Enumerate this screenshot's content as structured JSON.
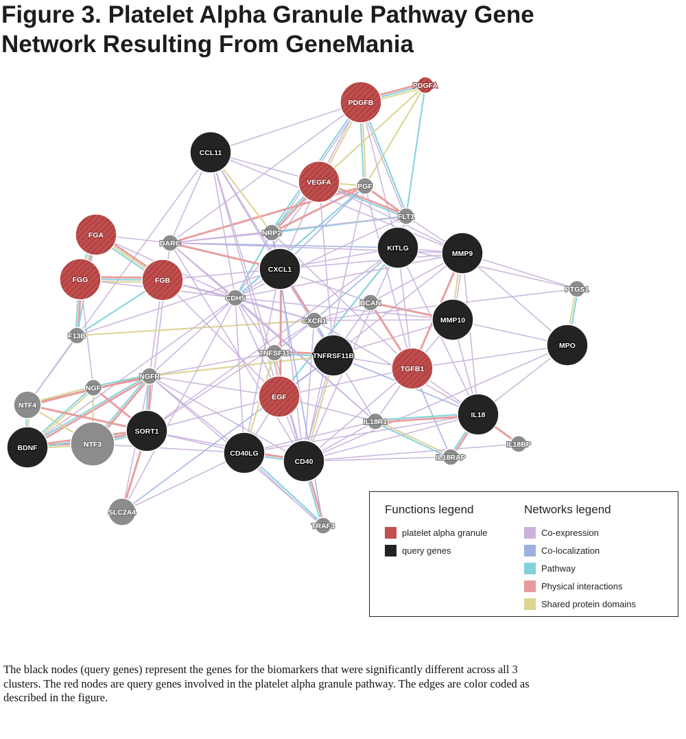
{
  "title": {
    "line1": "Figure 3. Platelet Alpha Granule Pathway Gene",
    "line2": "Network Resulting From GeneMania"
  },
  "colors": {
    "platelet_alpha_granule_node": "#c1504f",
    "query_gene_node": "#232323",
    "other_node": "#8c8c8c",
    "co_expression": "#c9b3dd",
    "co_localization": "#9db0e0",
    "pathway": "#82d2dc",
    "physical_interactions": "#e79a9a",
    "shared_protein_domains": "#dcd493"
  },
  "nodes": [
    {
      "id": "PDGFA",
      "type": "platelet",
      "size": "small"
    },
    {
      "id": "PDGFB",
      "type": "platelet",
      "size": "large"
    },
    {
      "id": "CCL11",
      "type": "query",
      "size": "large"
    },
    {
      "id": "VEGFA",
      "type": "platelet",
      "size": "large"
    },
    {
      "id": "PGF",
      "type": "other",
      "size": "small"
    },
    {
      "id": "FLT1",
      "type": "other",
      "size": "small"
    },
    {
      "id": "NRP2",
      "type": "other",
      "size": "small"
    },
    {
      "id": "DARC",
      "type": "other",
      "size": "small"
    },
    {
      "id": "FGA",
      "type": "platelet",
      "size": "large"
    },
    {
      "id": "KITLG",
      "type": "query",
      "size": "large"
    },
    {
      "id": "MMP9",
      "type": "query",
      "size": "large"
    },
    {
      "id": "CXCL1",
      "type": "query",
      "size": "large"
    },
    {
      "id": "FGG",
      "type": "platelet",
      "size": "large"
    },
    {
      "id": "FGB",
      "type": "platelet",
      "size": "large"
    },
    {
      "id": "CDH5",
      "type": "other",
      "size": "small"
    },
    {
      "id": "BCAN",
      "type": "other",
      "size": "small"
    },
    {
      "id": "PTGS1",
      "type": "other",
      "size": "small"
    },
    {
      "id": "CXCR1",
      "type": "other",
      "size": "small"
    },
    {
      "id": "MMP10",
      "type": "query",
      "size": "large"
    },
    {
      "id": "F13B",
      "type": "other",
      "size": "small"
    },
    {
      "id": "MPO",
      "type": "query",
      "size": "large"
    },
    {
      "id": "TNFSF11",
      "type": "other",
      "size": "small"
    },
    {
      "id": "TNFRSF11B",
      "type": "query",
      "size": "large"
    },
    {
      "id": "TGFB1",
      "type": "platelet",
      "size": "large"
    },
    {
      "id": "NGFR",
      "type": "other",
      "size": "small"
    },
    {
      "id": "NGF",
      "type": "other",
      "size": "small"
    },
    {
      "id": "NTF4",
      "type": "other",
      "size": "medium"
    },
    {
      "id": "EGF",
      "type": "platelet",
      "size": "large"
    },
    {
      "id": "SORT1",
      "type": "query",
      "size": "large"
    },
    {
      "id": "IL18",
      "type": "query",
      "size": "large"
    },
    {
      "id": "IL18R1",
      "type": "other",
      "size": "small"
    },
    {
      "id": "IL18BP",
      "type": "other",
      "size": "small"
    },
    {
      "id": "BDNF",
      "type": "query",
      "size": "large"
    },
    {
      "id": "NTF3",
      "type": "other",
      "size": "xlarge"
    },
    {
      "id": "CD40LG",
      "type": "query",
      "size": "large"
    },
    {
      "id": "CD40",
      "type": "query",
      "size": "large"
    },
    {
      "id": "IL18RAP",
      "type": "other",
      "size": "small"
    },
    {
      "id": "SLC2A4",
      "type": "other",
      "size": "medium"
    },
    {
      "id": "TRAF3",
      "type": "other",
      "size": "small"
    }
  ],
  "edges": [
    [
      "PDGFB",
      "PDGFA",
      "physical"
    ],
    [
      "PDGFB",
      "PDGFA",
      "pathway"
    ],
    [
      "PDGFB",
      "PDGFA",
      "domain"
    ],
    [
      "PDGFB",
      "VEGFA",
      "domain"
    ],
    [
      "PDGFB",
      "VEGFA",
      "coexp"
    ],
    [
      "PDGFB",
      "PGF",
      "domain"
    ],
    [
      "PDGFB",
      "PGF",
      "pathway"
    ],
    [
      "PDGFB",
      "FLT1",
      "pathway"
    ],
    [
      "PDGFB",
      "FLT1",
      "coexp"
    ],
    [
      "PDGFB",
      "NRP2",
      "coexp"
    ],
    [
      "PDGFB",
      "NRP2",
      "pathway"
    ],
    [
      "PDGFA",
      "PGF",
      "domain"
    ],
    [
      "PDGFA",
      "VEGFA",
      "domain"
    ],
    [
      "PDGFA",
      "FLT1",
      "pathway"
    ],
    [
      "PDGFB",
      "CCL11",
      "coexp"
    ],
    [
      "PDGFB",
      "DARC",
      "coexp"
    ],
    [
      "PDGFB",
      "KITLG",
      "coexp"
    ],
    [
      "VEGFA",
      "PGF",
      "domain"
    ],
    [
      "VEGFA",
      "FLT1",
      "physical"
    ],
    [
      "VEGFA",
      "FLT1",
      "pathway"
    ],
    [
      "VEGFA",
      "NRP2",
      "physical"
    ],
    [
      "VEGFA",
      "NRP2",
      "pathway"
    ],
    [
      "VEGFA",
      "CDH5",
      "coexp"
    ],
    [
      "VEGFA",
      "CXCL1",
      "coexp"
    ],
    [
      "VEGFA",
      "CCL11",
      "coexp"
    ],
    [
      "PGF",
      "FLT1",
      "physical"
    ],
    [
      "PGF",
      "NRP2",
      "physical"
    ],
    [
      "PGF",
      "DARC",
      "physical"
    ],
    [
      "PGF",
      "CDH5",
      "pathway"
    ],
    [
      "PGF",
      "CXCL1",
      "coloc"
    ],
    [
      "FLT1",
      "NRP2",
      "pathway"
    ],
    [
      "FLT1",
      "CDH5",
      "coexp"
    ],
    [
      "FLT1",
      "MMP9",
      "coexp"
    ],
    [
      "FLT1",
      "KITLG",
      "coloc"
    ],
    [
      "FLT1",
      "DARC",
      "coexp"
    ],
    [
      "NRP2",
      "DARC",
      "coexp"
    ],
    [
      "NRP2",
      "CXCL1",
      "coexp"
    ],
    [
      "NRP2",
      "CDH5",
      "pathway"
    ],
    [
      "NRP2",
      "TGFB1",
      "coexp"
    ],
    [
      "CCL11",
      "NRP2",
      "domain"
    ],
    [
      "CCL11",
      "CXCL1",
      "coexp"
    ],
    [
      "CCL11",
      "DARC",
      "coexp"
    ],
    [
      "CCL11",
      "EGF",
      "coexp"
    ],
    [
      "CCL11",
      "CXCR1",
      "coexp"
    ],
    [
      "CCL11",
      "NTF4",
      "coexp"
    ],
    [
      "CCL11",
      "CDH5",
      "coexp"
    ],
    [
      "DARC",
      "CXCL1",
      "physical"
    ],
    [
      "DARC",
      "CDH5",
      "coexp"
    ],
    [
      "DARC",
      "KITLG",
      "coloc"
    ],
    [
      "DARC",
      "SORT1",
      "coexp"
    ],
    [
      "DARC",
      "MMP9",
      "coexp"
    ],
    [
      "CXCL1",
      "CXCR1",
      "physical"
    ],
    [
      "CXCL1",
      "CDH5",
      "coexp"
    ],
    [
      "CXCL1",
      "KITLG",
      "coexp"
    ],
    [
      "CXCL1",
      "MMP9",
      "coexp"
    ],
    [
      "CXCL1",
      "BCAN",
      "coexp"
    ],
    [
      "CXCL1",
      "EGF",
      "coexp"
    ],
    [
      "CXCL1",
      "CD40",
      "coexp"
    ],
    [
      "CXCL1",
      "FGB",
      "coexp"
    ],
    [
      "KITLG",
      "MMP9",
      "coexp"
    ],
    [
      "KITLG",
      "CXCR1",
      "coloc"
    ],
    [
      "KITLG",
      "IL18",
      "coexp"
    ],
    [
      "KITLG",
      "CD40",
      "coexp"
    ],
    [
      "KITLG",
      "EGF",
      "pathway"
    ],
    [
      "MMP9",
      "MMP10",
      "coexp"
    ],
    [
      "MMP9",
      "MMP10",
      "domain"
    ],
    [
      "MMP9",
      "PTGS1",
      "coexp"
    ],
    [
      "MMP9",
      "TGFB1",
      "physical"
    ],
    [
      "MMP9",
      "CDH5",
      "coexp"
    ],
    [
      "MMP9",
      "IL18",
      "coexp"
    ],
    [
      "MMP9",
      "TNFRSF11B",
      "coexp"
    ],
    [
      "MMP9",
      "MPO",
      "coexp"
    ],
    [
      "MMP9",
      "BCAN",
      "coexp"
    ],
    [
      "MMP10",
      "BCAN",
      "physical"
    ],
    [
      "MMP10",
      "TGFB1",
      "coexp"
    ],
    [
      "MMP10",
      "MPO",
      "coexp"
    ],
    [
      "MMP10",
      "IL18",
      "coexp"
    ],
    [
      "MMP10",
      "CXCR1",
      "coexp"
    ],
    [
      "MMP10",
      "TNFRSF11B",
      "coexp"
    ],
    [
      "PTGS1",
      "MPO",
      "pathway"
    ],
    [
      "PTGS1",
      "MPO",
      "domain"
    ],
    [
      "PTGS1",
      "CXCR1",
      "coexp"
    ],
    [
      "PTGS1",
      "KITLG",
      "coexp"
    ],
    [
      "MPO",
      "IL18",
      "coexp"
    ],
    [
      "MPO",
      "CD40",
      "coexp"
    ],
    [
      "MPO",
      "TGFB1",
      "coexp"
    ],
    [
      "FGA",
      "FGG",
      "physical"
    ],
    [
      "FGA",
      "FGG",
      "domain"
    ],
    [
      "FGA",
      "FGG",
      "pathway"
    ],
    [
      "FGA",
      "FGB",
      "physical"
    ],
    [
      "FGA",
      "FGB",
      "domain"
    ],
    [
      "FGA",
      "FGB",
      "pathway"
    ],
    [
      "FGG",
      "FGB",
      "physical"
    ],
    [
      "FGG",
      "FGB",
      "pathway"
    ],
    [
      "FGG",
      "FGB",
      "domain"
    ],
    [
      "FGG",
      "F13B",
      "physical"
    ],
    [
      "FGG",
      "F13B",
      "pathway"
    ],
    [
      "FGA",
      "F13B",
      "pathway"
    ],
    [
      "FGB",
      "F13B",
      "pathway"
    ],
    [
      "FGA",
      "CDH5",
      "coexp"
    ],
    [
      "FGG",
      "CDH5",
      "coexp"
    ],
    [
      "FGB",
      "CDH5",
      "coexp"
    ],
    [
      "FGB",
      "CXCR1",
      "coexp"
    ],
    [
      "FGA",
      "DARC",
      "coexp"
    ],
    [
      "FGB",
      "NGFR",
      "coexp"
    ],
    [
      "FGG",
      "NGF",
      "coexp"
    ],
    [
      "F13B",
      "CXCR1",
      "domain"
    ],
    [
      "F13B",
      "CXCL1",
      "coexp"
    ],
    [
      "F13B",
      "NTF4",
      "coexp"
    ],
    [
      "CDH5",
      "CXCR1",
      "coexp"
    ],
    [
      "CDH5",
      "TNFSF11",
      "coexp"
    ],
    [
      "CDH5",
      "NGFR",
      "coexp"
    ],
    [
      "CDH5",
      "CD40LG",
      "coexp"
    ],
    [
      "CDH5",
      "BDNF",
      "coexp"
    ],
    [
      "CDH5",
      "IL18R1",
      "coexp"
    ],
    [
      "BCAN",
      "CXCR1",
      "coexp"
    ],
    [
      "BCAN",
      "TGFB1",
      "physical"
    ],
    [
      "BCAN",
      "TNFRSF11B",
      "coexp"
    ],
    [
      "CXCR1",
      "IL18R1",
      "coexp"
    ],
    [
      "CXCR1",
      "TNFSF11",
      "coexp"
    ],
    [
      "CXCR1",
      "SORT1",
      "coexp"
    ],
    [
      "CXCR1",
      "IL18",
      "coexp"
    ],
    [
      "CXCR1",
      "TNFRSF11B",
      "coloc"
    ],
    [
      "TNFSF11",
      "TNFRSF11B",
      "physical"
    ],
    [
      "TNFSF11",
      "TNFRSF11B",
      "pathway"
    ],
    [
      "TNFSF11",
      "EGF",
      "domain"
    ],
    [
      "TNFSF11",
      "CD40",
      "coexp"
    ],
    [
      "TNFSF11",
      "NGFR",
      "coexp"
    ],
    [
      "TNFRSF11B",
      "CD40",
      "domain"
    ],
    [
      "TNFRSF11B",
      "CD40",
      "coexp"
    ],
    [
      "TNFRSF11B",
      "EGF",
      "coexp"
    ],
    [
      "TNFRSF11B",
      "TGFB1",
      "coexp"
    ],
    [
      "TNFRSF11B",
      "IL18",
      "coloc"
    ],
    [
      "TNFRSF11B",
      "NGFR",
      "domain"
    ],
    [
      "TNFRSF11B",
      "CXCL1",
      "coexp"
    ],
    [
      "TGFB1",
      "IL18",
      "coexp"
    ],
    [
      "TGFB1",
      "IL18R1",
      "coexp"
    ],
    [
      "TGFB1",
      "CD40",
      "coexp"
    ],
    [
      "TGFB1",
      "EGF",
      "coexp"
    ],
    [
      "TGFB1",
      "IL18RAP",
      "coloc"
    ],
    [
      "EGF",
      "NGFR",
      "coexp"
    ],
    [
      "EGF",
      "SORT1",
      "coexp"
    ],
    [
      "EGF",
      "CD40LG",
      "coexp"
    ],
    [
      "EGF",
      "CD40",
      "coexp"
    ],
    [
      "EGF",
      "IL18R1",
      "coexp"
    ],
    [
      "EGF",
      "CDH5",
      "coexp"
    ],
    [
      "EGF",
      "FGB",
      "coexp"
    ],
    [
      "EGF",
      "CXCL1",
      "physical"
    ],
    [
      "IL18",
      "IL18R1",
      "physical"
    ],
    [
      "IL18",
      "IL18R1",
      "pathway"
    ],
    [
      "IL18",
      "IL18BP",
      "physical"
    ],
    [
      "IL18",
      "IL18RAP",
      "physical"
    ],
    [
      "IL18",
      "IL18RAP",
      "pathway"
    ],
    [
      "IL18R1",
      "IL18RAP",
      "domain"
    ],
    [
      "IL18R1",
      "IL18RAP",
      "pathway"
    ],
    [
      "IL18R1",
      "CD40",
      "coexp"
    ],
    [
      "IL18R1",
      "CD40LG",
      "coexp"
    ],
    [
      "IL18RAP",
      "CD40",
      "coexp"
    ],
    [
      "IL18BP",
      "CD40",
      "coexp"
    ],
    [
      "NGFR",
      "NGF",
      "physical"
    ],
    [
      "NGFR",
      "NGF",
      "pathway"
    ],
    [
      "NGFR",
      "NTF3",
      "physical"
    ],
    [
      "NGFR",
      "NTF3",
      "pathway"
    ],
    [
      "NGFR",
      "BDNF",
      "physical"
    ],
    [
      "NGFR",
      "BDNF",
      "pathway"
    ],
    [
      "NGFR",
      "NTF4",
      "physical"
    ],
    [
      "NGFR",
      "SORT1",
      "physical"
    ],
    [
      "NGFR",
      "SORT1",
      "pathway"
    ],
    [
      "NGFR",
      "CD40LG",
      "coexp"
    ],
    [
      "NGFR",
      "CD40",
      "coexp"
    ],
    [
      "NGFR",
      "SLC2A4",
      "coexp"
    ],
    [
      "NGFR",
      "TRAF3",
      "coexp"
    ],
    [
      "NGF",
      "NTF4",
      "physical"
    ],
    [
      "NGF",
      "NTF4",
      "domain"
    ],
    [
      "NGF",
      "NTF3",
      "domain"
    ],
    [
      "NGF",
      "BDNF",
      "domain"
    ],
    [
      "NGF",
      "SORT1",
      "physical"
    ],
    [
      "NGF",
      "BDNF",
      "pathway"
    ],
    [
      "NTF4",
      "BDNF",
      "domain"
    ],
    [
      "NTF4",
      "BDNF",
      "pathway"
    ],
    [
      "NTF4",
      "NTF3",
      "domain"
    ],
    [
      "NTF4",
      "SORT1",
      "physical"
    ],
    [
      "BDNF",
      "NTF3",
      "physical"
    ],
    [
      "BDNF",
      "NTF3",
      "domain"
    ],
    [
      "BDNF",
      "SORT1",
      "physical"
    ],
    [
      "BDNF",
      "SORT1",
      "pathway"
    ],
    [
      "NTF3",
      "SORT1",
      "physical"
    ],
    [
      "NTF3",
      "SORT1",
      "pathway"
    ],
    [
      "NTF3",
      "CD40LG",
      "coexp"
    ],
    [
      "SORT1",
      "SLC2A4",
      "physical"
    ],
    [
      "SORT1",
      "CD40LG",
      "coexp"
    ],
    [
      "SORT1",
      "CD40",
      "coexp"
    ],
    [
      "SLC2A4",
      "CD40LG",
      "coexp"
    ],
    [
      "SLC2A4",
      "TNFRSF11B",
      "coloc"
    ],
    [
      "SLC2A4",
      "CDH5",
      "coexp"
    ],
    [
      "CD40LG",
      "CD40",
      "physical"
    ],
    [
      "CD40LG",
      "CD40",
      "pathway"
    ],
    [
      "CD40LG",
      "TRAF3",
      "pathway"
    ],
    [
      "CD40LG",
      "TRAF3",
      "coexp"
    ],
    [
      "CD40LG",
      "IL18",
      "coexp"
    ],
    [
      "CD40LG",
      "TNFSF11",
      "domain"
    ],
    [
      "CD40",
      "TRAF3",
      "physical"
    ],
    [
      "CD40",
      "TRAF3",
      "pathway"
    ],
    [
      "CD40",
      "IL18",
      "coexp"
    ],
    [
      "CD40",
      "CXCR1",
      "coexp"
    ],
    [
      "CD40LG",
      "CXCL1",
      "coexp"
    ],
    [
      "CD40",
      "CCL11",
      "coexp"
    ],
    [
      "CD40",
      "PGF",
      "coexp"
    ],
    [
      "TRAF3",
      "NRP2",
      "coloc"
    ],
    [
      "DARC",
      "CD40",
      "coexp"
    ],
    [
      "CCL11",
      "MMP9",
      "coexp"
    ],
    [
      "PGF",
      "TGFB1",
      "coexp"
    ],
    [
      "VEGFA",
      "MMP9",
      "coexp"
    ],
    [
      "VEGFA",
      "TNFRSF11B",
      "coexp"
    ],
    [
      "KITLG",
      "TGFB1",
      "coexp"
    ],
    [
      "KITLG",
      "SORT1",
      "coexp"
    ],
    [
      "CDH5",
      "MMP10",
      "coexp"
    ],
    [
      "DARC",
      "IL18R1",
      "coexp"
    ]
  ],
  "legend": {
    "functions_title": "Functions legend",
    "functions": [
      {
        "label": "platelet alpha granule",
        "color": "#c1504f"
      },
      {
        "label": "query genes",
        "color": "#232323"
      }
    ],
    "networks_title": "Networks legend",
    "networks": [
      {
        "label": "Co-expression",
        "color": "#c9b3dd"
      },
      {
        "label": "Co-localization",
        "color": "#9db0e0"
      },
      {
        "label": "Pathway",
        "color": "#82d2dc"
      },
      {
        "label": "Physical interactions",
        "color": "#e79a9a"
      },
      {
        "label": "Shared protein domains",
        "color": "#dcd493"
      }
    ]
  },
  "caption": "The black nodes (query genes) represent the genes for the biomarkers that were significantly different across all 3 clusters. The red nodes are query genes involved in the platelet alpha granule pathway. The edges are color coded as described in the figure."
}
